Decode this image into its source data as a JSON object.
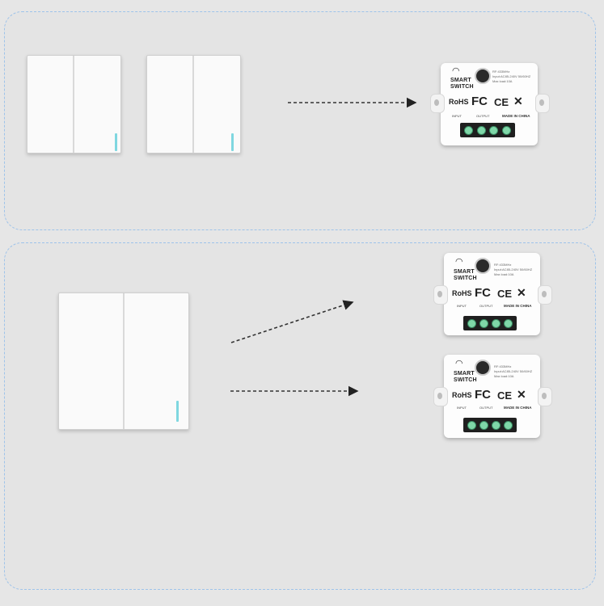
{
  "top_panel": {
    "wall_switch_count": 2,
    "relay_count": 1
  },
  "bottom_panel": {
    "wall_switch_count": 1,
    "relay_count": 2
  },
  "relay_label": {
    "wifi_icon": "wifi-icon",
    "brand_line1": "SMART",
    "brand_line2": "SWITCH",
    "spec_line1": "RF:433MHz",
    "spec_line2": "Input:AC85-240V 50/60HZ",
    "spec_line3": "Max load:10A",
    "rohs": "RoHS",
    "fc": "FC",
    "ce": "CE",
    "weee": "✕",
    "made_in": "MADE IN CHINA",
    "input_label": "INPUT",
    "output_label": "OUTPUT"
  },
  "colors": {
    "panel_border": "#9ec3ea",
    "indicator_led": "#7fd7e0",
    "terminal_screw": "#7fd7a8"
  }
}
